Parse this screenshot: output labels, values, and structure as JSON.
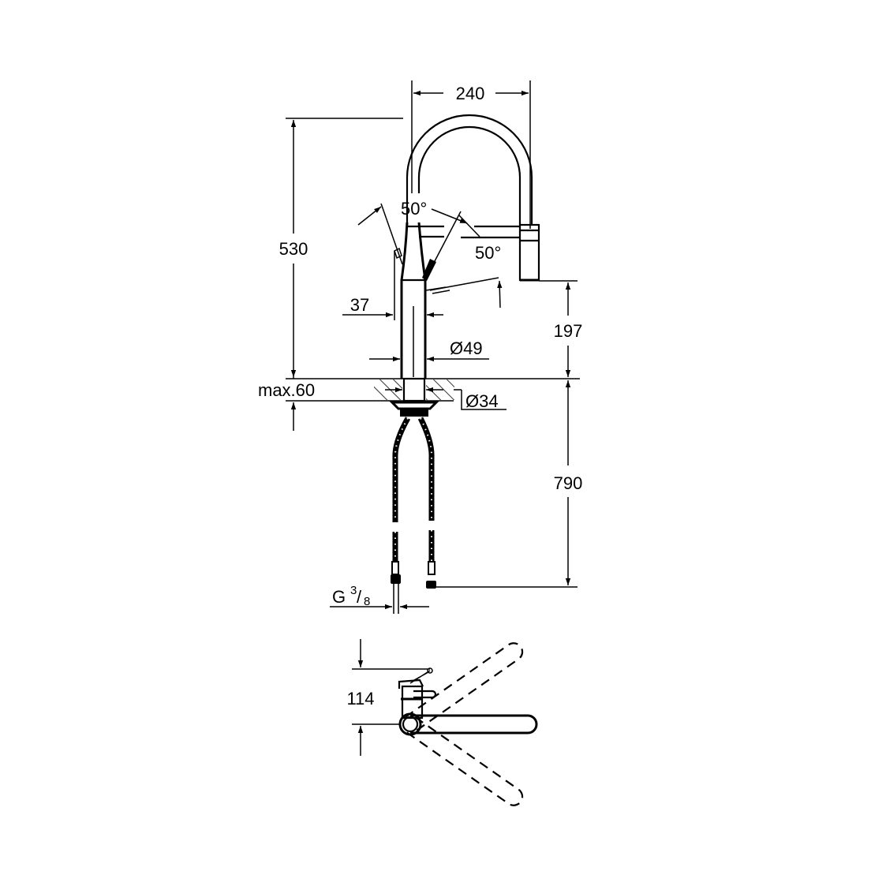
{
  "drawing": {
    "title": "Kitchen faucet technical dimension drawing",
    "side_view": {
      "dimensions": {
        "spout_reach": "240",
        "total_height": "530",
        "spout_outlet_height": "197",
        "spray_offset": "37",
        "body_diameter": "Ø49",
        "max_deck_thickness": "max.60",
        "hole_diameter": "Ø34",
        "hose_length": "790",
        "connection_thread_prefix": "G",
        "connection_thread_num": "3",
        "connection_thread_den": "8"
      },
      "angles": {
        "lever_angle_left": "50°",
        "lever_angle_right": "50°"
      }
    },
    "top_view": {
      "dimensions": {
        "lever_clearance": "114"
      }
    }
  }
}
